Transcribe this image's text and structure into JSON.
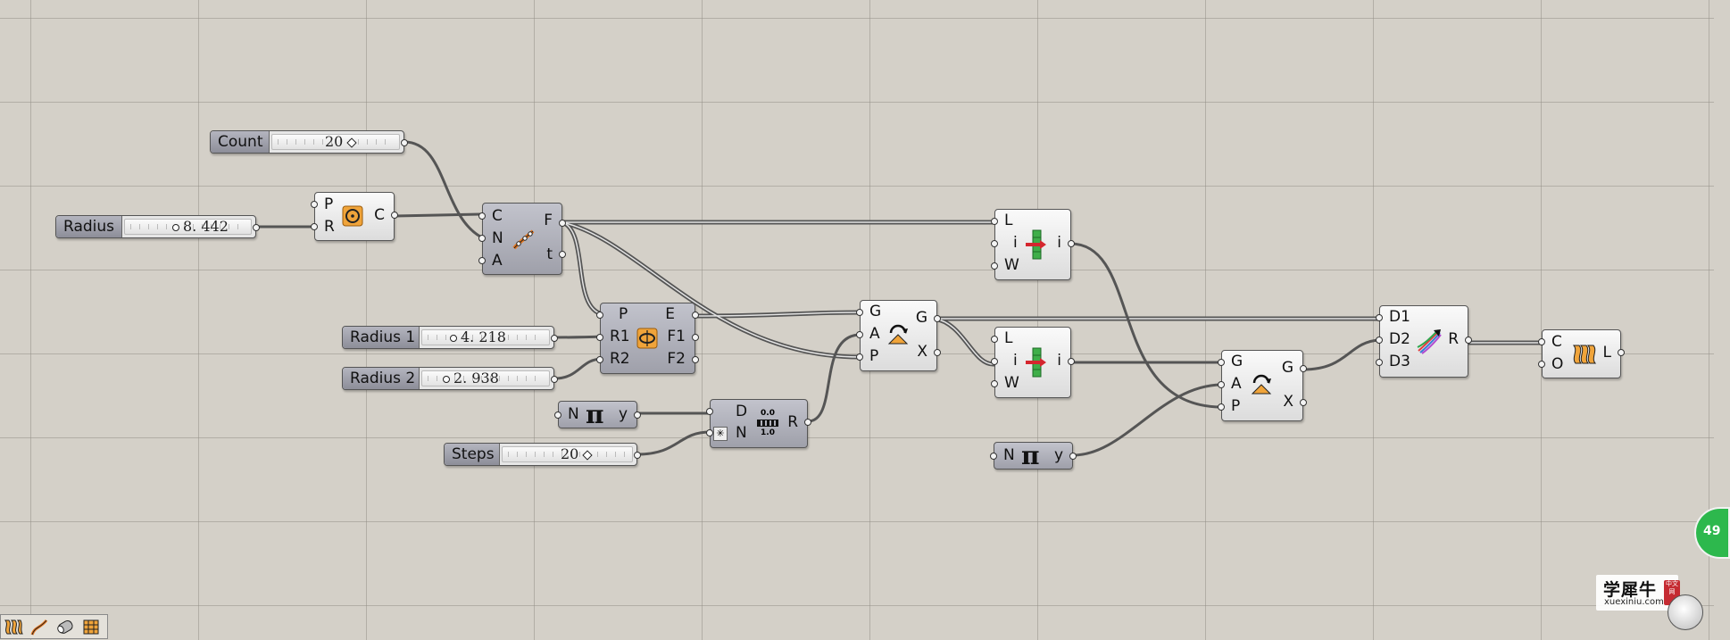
{
  "canvas": {
    "accent_green": "#2db84d",
    "wire_color": "#555555"
  },
  "sliders": {
    "count": {
      "label": "Count",
      "value": "20"
    },
    "radius": {
      "label": "Radius",
      "value": "8. 442"
    },
    "radius1": {
      "label": "Radius 1",
      "value": "4. 218"
    },
    "radius2": {
      "label": "Radius 2",
      "value": "2. 938"
    },
    "steps": {
      "label": "Steps",
      "value": "20"
    }
  },
  "components": {
    "circle": {
      "in": [
        "P",
        "R"
      ],
      "out": [
        "C"
      ],
      "icon": "circle-icon"
    },
    "divide_curve": {
      "in": [
        "C",
        "N",
        "A"
      ],
      "out": [
        "F",
        "t"
      ],
      "icon": "divide-curve-icon"
    },
    "ellipse": {
      "in": [
        "P",
        "R1",
        "R2"
      ],
      "out": [
        "E",
        "F1",
        "F2"
      ],
      "icon": "ellipse-icon"
    },
    "pi_1": {
      "in": [
        "N"
      ],
      "out": [
        "y"
      ],
      "symbol": "π"
    },
    "range": {
      "in": [
        "D",
        "N"
      ],
      "out": [
        "R"
      ],
      "range_top": "0.0",
      "range_bottom": "1.0"
    },
    "rotate_1": {
      "in": [
        "G",
        "A",
        "P"
      ],
      "out": [
        "G",
        "X"
      ],
      "icon": "rotate-icon"
    },
    "list_item_1": {
      "in": [
        "L",
        "i",
        "W"
      ],
      "out": [
        "i"
      ],
      "icon": "list-item-icon"
    },
    "list_item_2": {
      "in": [
        "L",
        "i",
        "W"
      ],
      "out": [
        "i"
      ],
      "icon": "list-item-icon"
    },
    "rotate_2": {
      "in": [
        "G",
        "A",
        "P"
      ],
      "out": [
        "G",
        "X"
      ],
      "icon": "rotate-icon"
    },
    "pi_2": {
      "in": [
        "N"
      ],
      "out": [
        "y"
      ],
      "symbol": "π"
    },
    "tween": {
      "in": [
        "D1",
        "D2",
        "D3"
      ],
      "out": [
        "R"
      ],
      "icon": "tween-arrows-icon"
    },
    "loft": {
      "in": [
        "C",
        "O"
      ],
      "out": [
        "L"
      ],
      "icon": "loft-icon"
    }
  },
  "toolbar": {
    "icons": [
      "loft-icon",
      "curve-icon",
      "pipe-icon",
      "surface-icon"
    ]
  },
  "watermark": {
    "cn": "学犀牛",
    "url": "xuexiniu.com",
    "badge": "中文网"
  },
  "zoom": {
    "label": "49"
  }
}
